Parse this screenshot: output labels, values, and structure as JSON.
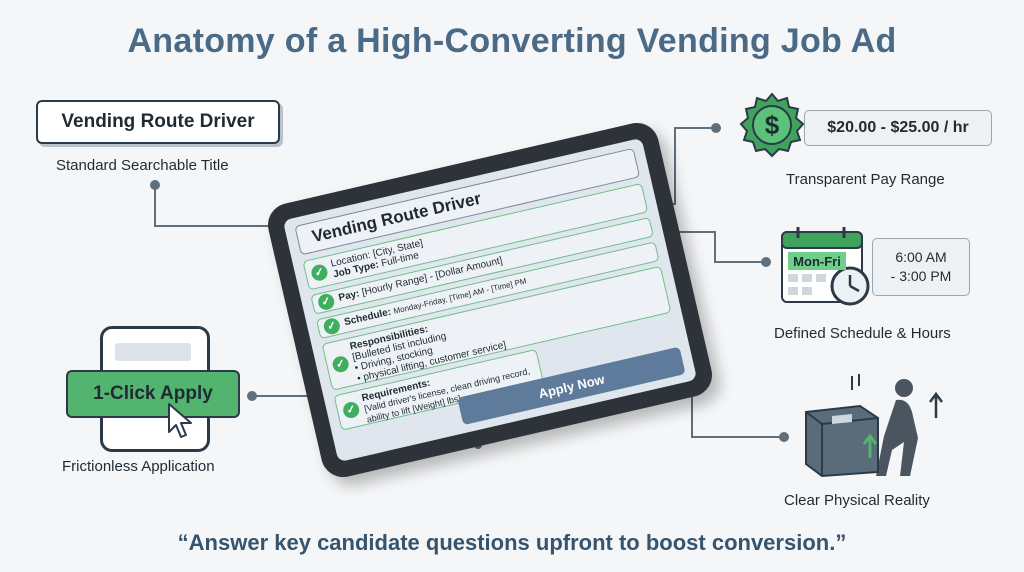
{
  "heading": "Anatomy of a High-Converting Vending Job Ad",
  "tagline": "“Answer key candidate questions upfront to boost conversion.”",
  "title_callout": {
    "box_text": "Vending Route Driver",
    "caption": "Standard Searchable Title"
  },
  "pay_callout": {
    "box_text": "$20.00 - $25.00 / hr",
    "caption": "Transparent Pay Range",
    "icon": "dollar-badge-icon"
  },
  "schedule_callout": {
    "calendar_label": "Mon-Fri",
    "start_time": "6:00 AM",
    "end_time": "- 3:00 PM",
    "caption": "Defined Schedule & Hours",
    "icon": "calendar-clock-icon"
  },
  "apply_callout": {
    "button_text": "1-Click Apply",
    "caption": "Frictionless Application",
    "icon": "cursor-icon"
  },
  "physical_callout": {
    "caption": "Clear Physical Reality",
    "icon": "worker-lifting-box-icon"
  },
  "tablet": {
    "job_title": "Vending Route Driver",
    "location": "Location: [City, State]",
    "job_type_label": "Job Type:",
    "job_type_value": "Full-time",
    "pay_label": "Pay:",
    "pay_value": "[Hourly Range] - [Dollar Amount]",
    "schedule_label": "Schedule:",
    "schedule_value": "Monday-Friday, [Time] AM - [Time] PM",
    "responsibilities_label": "Responsibilities:",
    "responsibilities_items": [
      "[Bulleted list including",
      "• Driving, stocking",
      "• physical lifting, customer service]"
    ],
    "requirements_label": "Requirements:",
    "requirements_value": "[Valid driver's license, clean driving record, ability to lift [Weight] lbs]",
    "apply_button": "Apply Now"
  },
  "colors": {
    "accent_green": "#53b46f",
    "title_blue": "#4a6a86",
    "dark": "#2b3a46"
  }
}
